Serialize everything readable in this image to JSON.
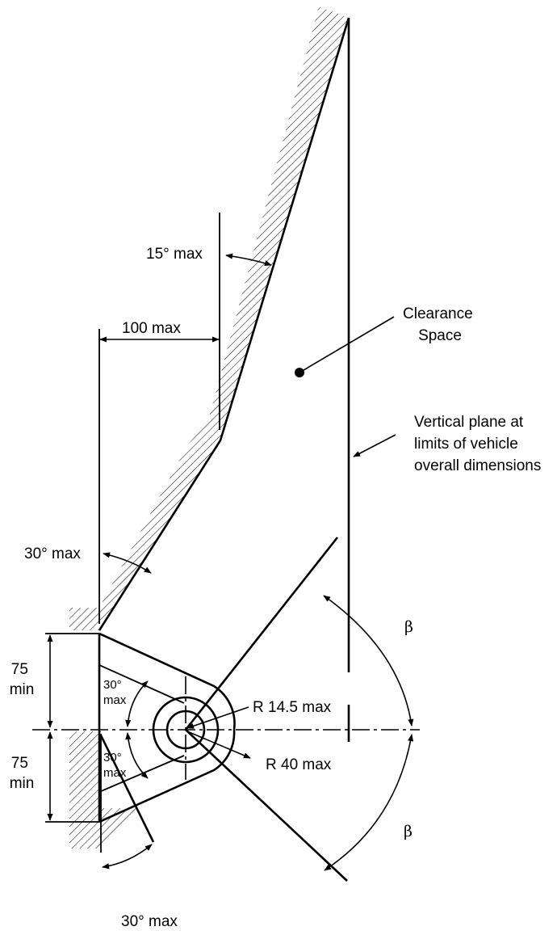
{
  "labels": {
    "angle_15": "15° max",
    "dim_100": "100 max",
    "clearance": [
      "Clearance",
      "Space"
    ],
    "vertical_plane": [
      "Vertical plane at",
      "limits of vehicle",
      "overall dimensions"
    ],
    "angle_30_upper": "30° max",
    "beta": "β",
    "dim_75_upper": [
      "75",
      "min"
    ],
    "dim_75_lower": [
      "75",
      "min"
    ],
    "angle_30_inner_upper": [
      "30°",
      "max"
    ],
    "angle_30_inner_lower": [
      "30°",
      "max"
    ],
    "radius_inner": "R 14.5 max",
    "radius_outer": "R 40 max",
    "angle_30_bottom": "30° max"
  },
  "colors": {
    "line": "#000000",
    "background": "#ffffff"
  }
}
